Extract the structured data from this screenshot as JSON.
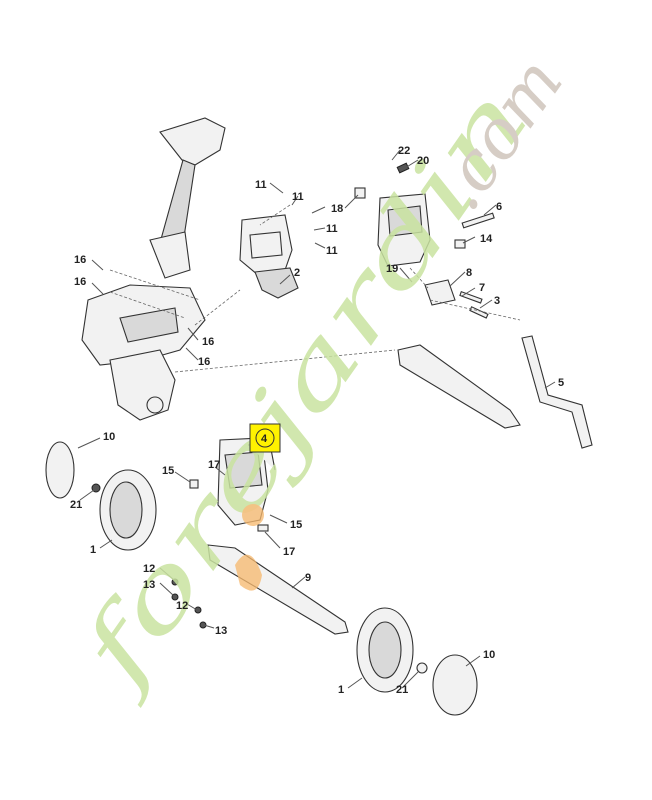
{
  "watermark": {
    "brand_green": "forejardin",
    "brand_dot_com": ".com",
    "green_color": "#c9e3a0",
    "orange_color": "#f6b86e",
    "grey_color": "#cfc5bc"
  },
  "highlight": {
    "label": "4",
    "fill": "#fff200",
    "stroke": "#333333"
  },
  "labels": {
    "l22": "22",
    "l20": "20",
    "l11a": "11",
    "l11b": "11",
    "l11c": "11",
    "l11d": "11",
    "l18": "18",
    "l6": "6",
    "l14": "14",
    "l16a": "16",
    "l16b": "16",
    "l16c": "16",
    "l16d": "16",
    "l2": "2",
    "l19": "19",
    "l8": "8",
    "l7": "7",
    "l3": "3",
    "l5": "5",
    "l10a": "10",
    "l21a": "21",
    "l1a": "1",
    "l15a": "15",
    "l17a": "17",
    "l15b": "15",
    "l17b": "17",
    "l9": "9",
    "l12a": "12",
    "l13a": "13",
    "l12b": "12",
    "l13b": "13",
    "l10b": "10",
    "l1b": "1",
    "l21b": "21"
  }
}
